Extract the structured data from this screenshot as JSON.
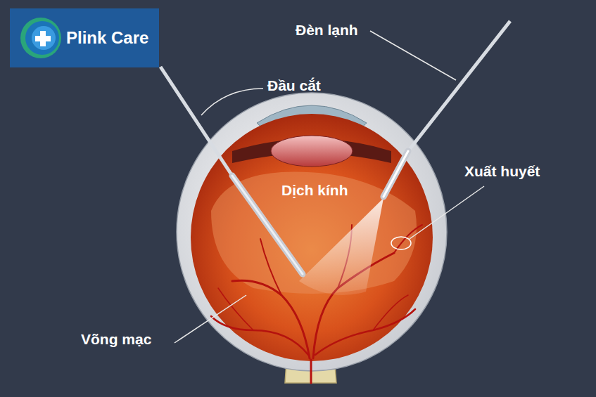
{
  "diagram": {
    "nodes": [
      {
        "text": [
          "Plink Care"
        ]
      }
    ],
    "labels": [
      "Đèn lạnh",
      "Đầu cắt",
      "Xuất huyết",
      "Dịch kính",
      "Võng mạc"
    ]
  }
}
